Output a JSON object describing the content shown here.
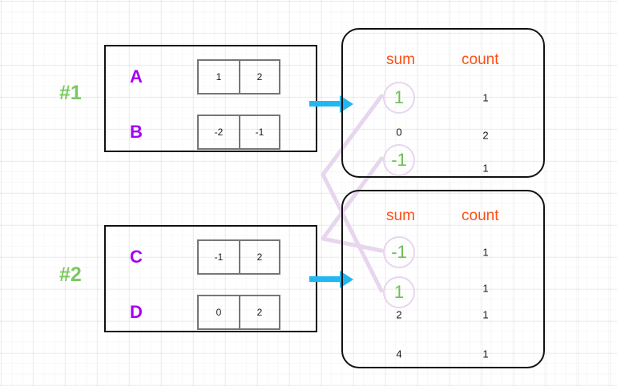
{
  "diagram": {
    "title": "partial aggregation merge diagram",
    "colors": {
      "group_label": "#7ac95f",
      "row_name": "#a400f0",
      "column_header": "#ff4f14",
      "highlight_value": "#6cbf55",
      "arrow": "#22b7f2",
      "link_line": "#e7d6ee",
      "panel_border": "#111111",
      "cell_border": "#767676"
    },
    "groups": [
      {
        "label": "#1",
        "rows": [
          {
            "name": "A",
            "values": [
              "1",
              "2"
            ]
          },
          {
            "name": "B",
            "values": [
              "-2",
              "-1"
            ]
          }
        ]
      },
      {
        "label": "#2",
        "rows": [
          {
            "name": "C",
            "values": [
              "-1",
              "2"
            ]
          },
          {
            "name": "D",
            "values": [
              "0",
              "2"
            ]
          }
        ]
      }
    ],
    "tables": [
      {
        "headers": {
          "sum": "sum",
          "count": "count"
        },
        "rows": [
          {
            "sum": "1",
            "count": "1",
            "highlight": true
          },
          {
            "sum": "0",
            "count": "2",
            "highlight": false
          },
          {
            "sum": "-1",
            "count": "1",
            "highlight": true
          }
        ]
      },
      {
        "headers": {
          "sum": "sum",
          "count": "count"
        },
        "rows": [
          {
            "sum": "-1",
            "count": "1",
            "highlight": true
          },
          {
            "sum": "1",
            "count": "1",
            "highlight": true
          },
          {
            "sum": "2",
            "count": "1",
            "highlight": false
          },
          {
            "sum": "4",
            "count": "1",
            "highlight": false
          }
        ]
      }
    ],
    "arrows": [
      {
        "name": "arrow-group1-to-table1"
      },
      {
        "name": "arrow-group2-to-table2"
      }
    ]
  }
}
